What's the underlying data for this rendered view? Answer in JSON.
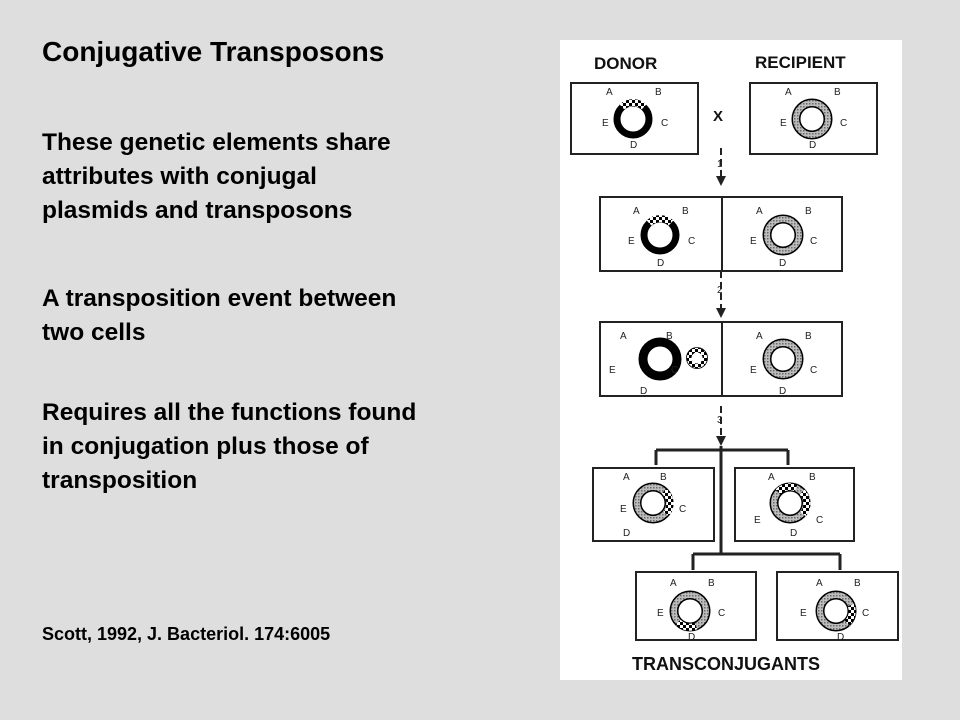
{
  "slide": {
    "title": "Conjugative Transposons",
    "para1": [
      "These genetic elements share",
      "attributes with conjugal",
      "plasmids and transposons"
    ],
    "para2": [
      "A transposition event between",
      "two cells"
    ],
    "para3": [
      "Requires all the functions found",
      "in conjugation plus those of",
      "transposition"
    ],
    "citation": "Scott, 1992, J. Bacteriol. 174:6005"
  },
  "figure": {
    "donor_label": "DONOR",
    "recipient_label": "RECIPIENT",
    "cross_symbol": "X",
    "transconjugants_label": "TRANSCONJUGANTS",
    "steps": [
      "1",
      "2",
      "3"
    ],
    "loci": {
      "A": "A",
      "B": "B",
      "C": "C",
      "D": "D",
      "E": "E"
    }
  }
}
